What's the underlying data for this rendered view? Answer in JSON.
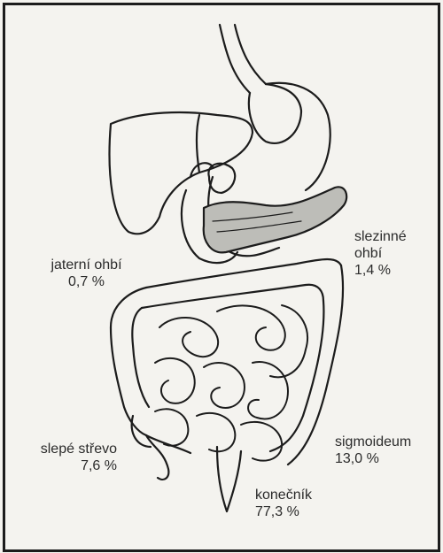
{
  "labels": {
    "hepatic_flexure": {
      "name": "jaterní ohbí",
      "value": "0,7 %"
    },
    "splenic_flexure": {
      "name_line1": "slezinné",
      "name_line2": "ohbí",
      "value": "1,4 %"
    },
    "cecum": {
      "name": "slepé střevo",
      "value": "7,6 %"
    },
    "sigmoid": {
      "name": "sigmoideum",
      "value": "13,0 %"
    },
    "rectum": {
      "name": "konečník",
      "value": "77,3 %"
    }
  },
  "colors": {
    "ink": "#1c1c1c",
    "paper": "#f4f3ef",
    "label": "#2b2b2b"
  }
}
